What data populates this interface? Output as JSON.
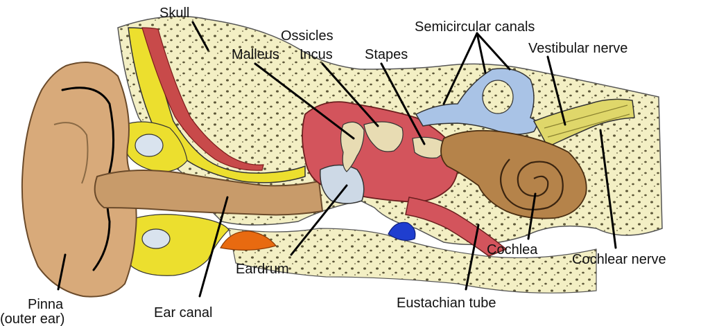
{
  "labels": {
    "skull": "Skull",
    "ossicles": "Ossicles",
    "semicircular": "Semicircular canals",
    "malleus": "Malleus",
    "incus": "Incus",
    "stapes": "Stapes",
    "vestibular": "Vestibular nerve",
    "cochlea": "Cochlea",
    "cochlear_nerve": "Cochlear nerve",
    "eardrum": "Eardrum",
    "eustachian": "Eustachian tube",
    "ear_canal": "Ear canal",
    "pinna_line1": "Pinna",
    "pinna_line2": "(outer ear)"
  },
  "colors": {
    "bone": "#f3efc4",
    "marrow": "#ecdf2e",
    "skin": "#d8aa7a",
    "muscle": "#c84a4a",
    "canals": "#a9c3e6",
    "cochlea": "#b5834a",
    "nerve": "#dfd76a",
    "vessel_blue": "#1f3ecf",
    "vessel_orange": "#e86a10"
  }
}
